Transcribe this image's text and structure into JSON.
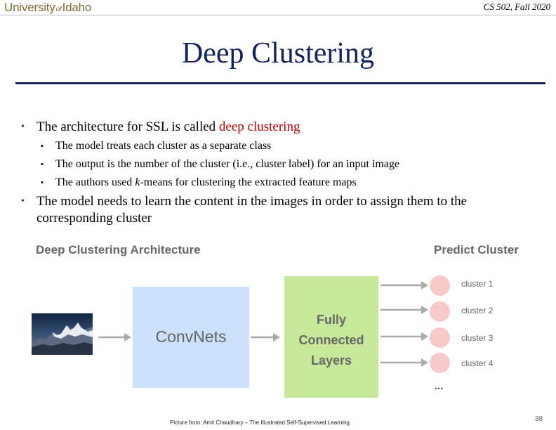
{
  "header": {
    "logo_part1": "University",
    "logo_of": "of",
    "logo_part2": "Idaho",
    "course": "CS 502, Fall 2020"
  },
  "slide": {
    "title": "Deep Clustering",
    "bullet1_text": "The architecture for SSL is called ",
    "bullet1_highlight": "deep clustering",
    "sub1": "The model treats each cluster as a separate class",
    "sub2": "The output is the number of the cluster (i.e., cluster label) for an input image",
    "sub3_before": "The authors used ",
    "sub3_italic": "k",
    "sub3_after": "-means for clustering the extracted feature maps",
    "bullet2_text": "The model needs to learn the content in the images in order to assign them to the corresponding cluster"
  },
  "diagram": {
    "title": "Deep Clustering Architecture",
    "predict_title": "Predict Cluster",
    "conv_label": "ConvNets",
    "fc_line1": "Fully",
    "fc_line2": "Connected",
    "fc_line3": "Layers",
    "clusters": [
      "cluster 1",
      "cluster 2",
      "cluster 3",
      "cluster 4"
    ],
    "ellipsis": "...",
    "colors": {
      "conv_box": "#cce0f9",
      "fc_box": "#c7e89a",
      "cluster_circle": "#f8c9c9",
      "arrow": "#aaaaaa"
    }
  },
  "footer": {
    "credit": "Picture from: Amit Chaudhary – The Illustrated Self-Supervised Learning",
    "page_number": "38"
  },
  "colors": {
    "title": "#13235b",
    "highlight": "#c00000",
    "logo": "#7a6a35"
  }
}
